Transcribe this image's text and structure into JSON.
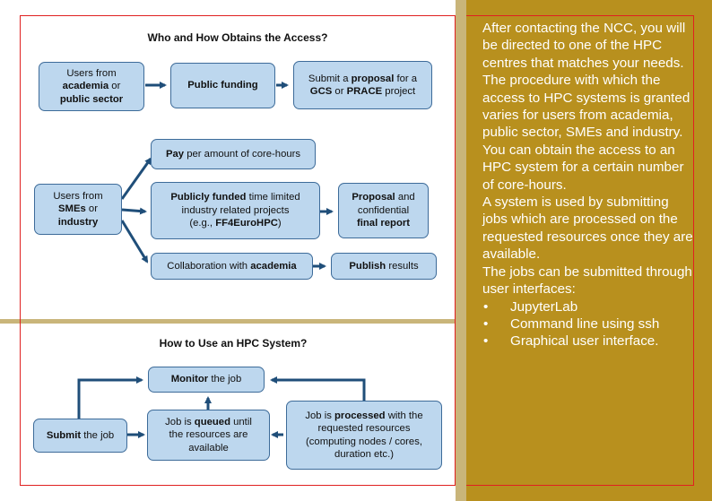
{
  "top_diagram": {
    "title": "Who and How Obtains the Access?",
    "boxes": {
      "users_academia": [
        "Users from",
        "academia",
        "or",
        "public sector"
      ],
      "public_funding": "Public funding",
      "submit_proposal": [
        "Submit a",
        "proposal",
        "for a",
        "GCS",
        "or",
        "PRACE",
        "project"
      ],
      "users_smes": [
        "Users from",
        "SMEs",
        "or",
        "industry"
      ],
      "pay": [
        "Pay",
        "per amount of core-hours"
      ],
      "publicly_funded": [
        "Publicly funded",
        "time limited",
        "industry related projects",
        "(e.g.,",
        "FF4EuroHPC",
        ")"
      ],
      "proposal_final": [
        "Proposal",
        "and",
        "confidential",
        "final report"
      ],
      "collaboration": [
        "Collaboration with",
        "academia"
      ],
      "publish": [
        "Publish",
        "results"
      ]
    }
  },
  "bottom_diagram": {
    "title": "How to Use an HPC System?",
    "boxes": {
      "monitor": [
        "Monitor",
        "the job"
      ],
      "submit": [
        "Submit",
        "the job"
      ],
      "queued": [
        "Job is",
        "queued",
        "until",
        "the resources are",
        "available"
      ],
      "processed": [
        "Job is",
        "processed",
        "with the",
        "requested resources",
        "(computing nodes / cores,",
        "duration etc.)"
      ]
    }
  },
  "side_panel": {
    "paragraphs": [
      "After contacting the NCC, you will be directed to one of the HPC centres that matches your needs.",
      "The procedure with which the access to HPC systems is granted varies for users from academia, public sector, SMEs and industry.",
      "You can obtain the access to an HPC system for a certain number of core-hours.",
      "A system is used by submitting jobs which are processed on the requested resources once they are available.",
      "The jobs can be submitted through user interfaces:"
    ],
    "bullets": [
      "JupyterLab",
      "Command line using ssh",
      "Graphical user interface."
    ]
  },
  "colors": {
    "panel": "#b8901e",
    "box_fill": "#bdd7ee",
    "box_border": "#3d6b99",
    "arrow": "#1f4e79",
    "frame": "#e02020"
  }
}
